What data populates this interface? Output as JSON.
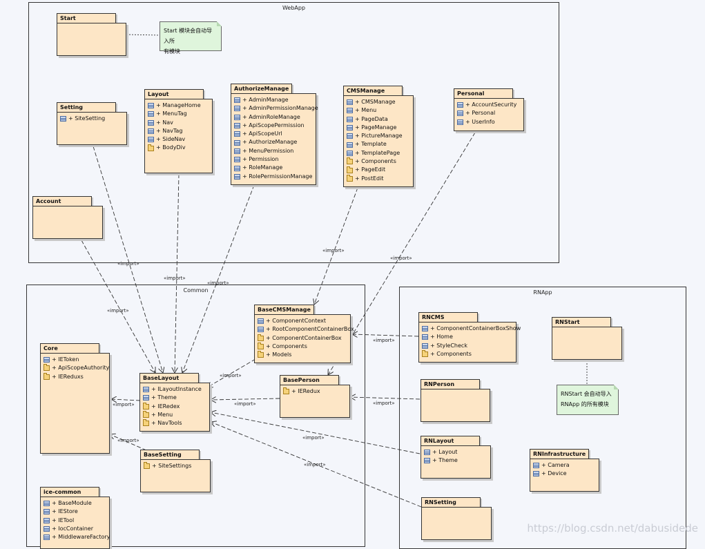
{
  "frames": {
    "webapp": "WebApp",
    "common": "Common",
    "rnapp": "RNApp"
  },
  "relation_label": "«import»",
  "packages": {
    "start": {
      "name": "Start",
      "items": []
    },
    "setting": {
      "name": "Setting",
      "items": [
        {
          "icon": "class",
          "text": "+ SiteSetting"
        }
      ]
    },
    "layout": {
      "name": "Layout",
      "items": [
        {
          "icon": "class",
          "text": "+ ManageHome"
        },
        {
          "icon": "class",
          "text": "+ MenuTag"
        },
        {
          "icon": "class",
          "text": "+ Nav"
        },
        {
          "icon": "class",
          "text": "+ NavTag"
        },
        {
          "icon": "class",
          "text": "+ SideNav"
        },
        {
          "icon": "package",
          "text": "+ BodyDiv"
        }
      ]
    },
    "authorize_manage": {
      "name": "AuthorizeManage",
      "items": [
        {
          "icon": "class",
          "text": "+ AdminManage"
        },
        {
          "icon": "class",
          "text": "+ AdminPermissionManage"
        },
        {
          "icon": "class",
          "text": "+ AdminRoleManage"
        },
        {
          "icon": "class",
          "text": "+ ApiScopePermission"
        },
        {
          "icon": "class",
          "text": "+ ApiScopeUrl"
        },
        {
          "icon": "class",
          "text": "+ AuthorizeManage"
        },
        {
          "icon": "class",
          "text": "+ MenuPermission"
        },
        {
          "icon": "class",
          "text": "+ Permission"
        },
        {
          "icon": "class",
          "text": "+ RoleManage"
        },
        {
          "icon": "class",
          "text": "+ RolePermissionManage"
        }
      ]
    },
    "cms_manage": {
      "name": "CMSManage",
      "items": [
        {
          "icon": "class",
          "text": "+ CMSManage"
        },
        {
          "icon": "class",
          "text": "+ Menu"
        },
        {
          "icon": "class",
          "text": "+ PageData"
        },
        {
          "icon": "class",
          "text": "+ PageManage"
        },
        {
          "icon": "class",
          "text": "+ PictureManage"
        },
        {
          "icon": "class",
          "text": "+ Template"
        },
        {
          "icon": "class",
          "text": "+ TemplatePage"
        },
        {
          "icon": "package",
          "text": "+ Components"
        },
        {
          "icon": "package",
          "text": "+ PageEdit"
        },
        {
          "icon": "package",
          "text": "+ PostEdit"
        }
      ]
    },
    "personal": {
      "name": "Personal",
      "items": [
        {
          "icon": "class",
          "text": "+ AccountSecurity"
        },
        {
          "icon": "class",
          "text": "+ Personal"
        },
        {
          "icon": "class",
          "text": "+ UserInfo"
        }
      ]
    },
    "account": {
      "name": "Account",
      "items": []
    },
    "base_cms_manage": {
      "name": "BaseCMSManage",
      "items": [
        {
          "icon": "class",
          "text": "+ ComponentContext"
        },
        {
          "icon": "class",
          "text": "+ RootComponentContainerBox"
        },
        {
          "icon": "package",
          "text": "+ ComponentContainerBox"
        },
        {
          "icon": "package",
          "text": "+ Components"
        },
        {
          "icon": "package",
          "text": "+ Models"
        }
      ]
    },
    "core": {
      "name": "Core",
      "items": [
        {
          "icon": "class",
          "text": "+ IEToken"
        },
        {
          "icon": "package",
          "text": "+ ApiScopeAuthority"
        },
        {
          "icon": "package",
          "text": "+ IEReduxs"
        }
      ]
    },
    "base_layout": {
      "name": "BaseLayout",
      "items": [
        {
          "icon": "class",
          "text": "+ ILayoutInstance"
        },
        {
          "icon": "class",
          "text": "+ Theme"
        },
        {
          "icon": "package",
          "text": "+ IERedex"
        },
        {
          "icon": "package",
          "text": "+ Menu"
        },
        {
          "icon": "package",
          "text": "+ NavTools"
        }
      ]
    },
    "base_person": {
      "name": "BasePerson",
      "items": [
        {
          "icon": "package",
          "text": "+ IERedux"
        }
      ]
    },
    "base_setting": {
      "name": "BaseSetting",
      "items": [
        {
          "icon": "package",
          "text": "+ SiteSettings"
        }
      ]
    },
    "ice_common": {
      "name": "ice-common",
      "items": [
        {
          "icon": "class",
          "text": "+ BaseModule"
        },
        {
          "icon": "class",
          "text": "+ IEStore"
        },
        {
          "icon": "class",
          "text": "+ IETool"
        },
        {
          "icon": "class",
          "text": "+ IocContainer"
        },
        {
          "icon": "class",
          "text": "+ MiddlewareFactory"
        }
      ]
    },
    "rn_cms": {
      "name": "RNCMS",
      "items": [
        {
          "icon": "class",
          "text": "+ ComponentContainerBoxShow"
        },
        {
          "icon": "class",
          "text": "+ Home"
        },
        {
          "icon": "class",
          "text": "+ StyleCheck"
        },
        {
          "icon": "package",
          "text": "+ Components"
        }
      ]
    },
    "rn_start": {
      "name": "RNStart",
      "items": []
    },
    "rn_person": {
      "name": "RNPerson",
      "items": []
    },
    "rn_layout": {
      "name": "RNLayout",
      "items": [
        {
          "icon": "class",
          "text": "+ Layout"
        },
        {
          "icon": "class",
          "text": "+ Theme"
        }
      ]
    },
    "rn_infrastructure": {
      "name": "RNInfrastructure",
      "items": [
        {
          "icon": "class",
          "text": "+ Camera"
        },
        {
          "icon": "class",
          "text": "+ Device"
        }
      ]
    },
    "rn_setting": {
      "name": "RNSetting",
      "items": []
    }
  },
  "notes": {
    "start_note": [
      "Start 模块会自动导入所",
      "有模块"
    ],
    "rn_start_note": [
      "RNStart 会自动导入",
      "RNApp 的所有模块"
    ]
  },
  "watermark": "https://blog.csdn.net/dabusidede"
}
